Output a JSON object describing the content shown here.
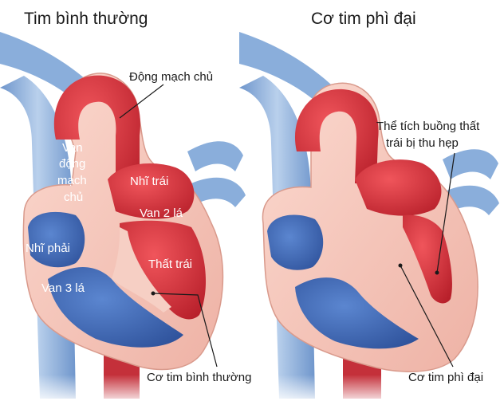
{
  "titles": {
    "left": "Tim bình thường",
    "right": "Cơ tim phì đại"
  },
  "left_labels": {
    "aorta": "Động mạch chủ",
    "aortic_valve_1": "Van",
    "aortic_valve_2": "động",
    "aortic_valve_3": "mạch",
    "aortic_valve_4": "chủ",
    "left_atrium": "Nhĩ trái",
    "mitral_valve": "Van 2 lá",
    "left_ventricle": "Thất trái",
    "right_atrium": "Nhĩ phải",
    "tricuspid_valve": "Van 3 lá",
    "normal_muscle": "Cơ tim bình thường"
  },
  "right_labels": {
    "reduced_volume_1": "Thể tích buồng thất",
    "reduced_volume_2": "trái bị thu hẹp",
    "hypertrophic_muscle": "Cơ tim phì đại"
  },
  "colors": {
    "red_chamber": "#d8343c",
    "blue_chamber": "#3d67b6",
    "muscle": "#f3c4b9",
    "vessel_blue": "#8fb3dc",
    "background": "#ffffff"
  }
}
